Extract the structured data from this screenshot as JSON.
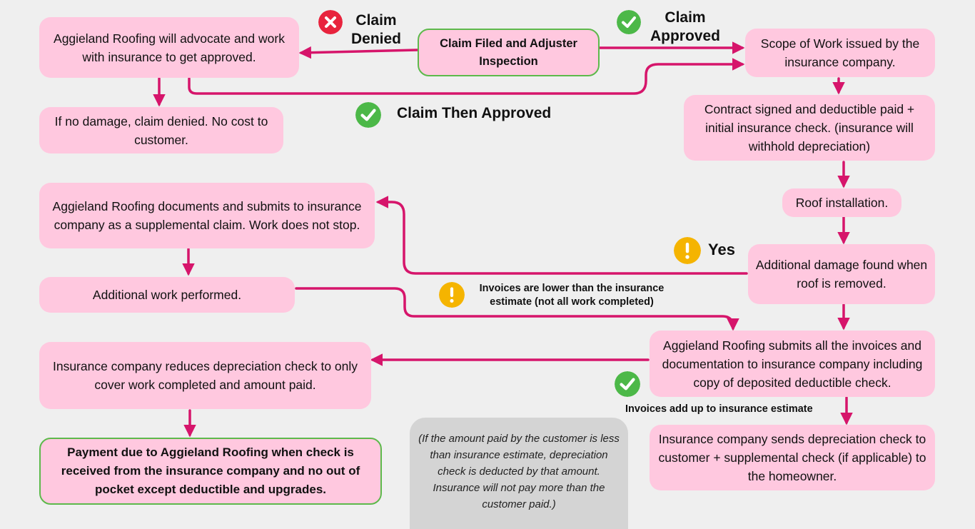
{
  "nodes": {
    "claim_filed": "Claim Filed and  Adjuster Inspection",
    "advocate": "Aggieland Roofing will advocate and work with insurance to get approved.",
    "no_damage": "If no damage, claim denied. No cost to customer.",
    "scope": "Scope of Work issued by the insurance company.",
    "contract": "Contract signed and deductible paid + initial insurance check. (insurance will withhold depreciation)",
    "roof_install": "Roof installation.",
    "additional_damage": "Additional damage found when roof is removed.",
    "supplemental": "Aggieland Roofing documents and submits to insurance company as a supplemental claim. Work does not stop.",
    "additional_work": "Additional work performed.",
    "submit_invoices": "Aggieland Roofing submits all the invoices and documentation to  insurance company including copy of deposited deductible check.",
    "reduce_check": "Insurance company reduces depreciation check to only cover work completed and amount paid.",
    "send_check": "Insurance company sends depreciation check to customer + supplemental check (if applicable) to the homeowner.",
    "payment_due": "Payment due to Aggieland Roofing when check is received from the insurance company and no out of pocket except deductible and upgrades."
  },
  "note": "(If the amount paid by the customer is less than insurance estimate, depreciation check is deducted by that amount. Insurance will not pay more than the customer paid.)",
  "labels": {
    "claim_denied": "Claim Denied",
    "claim_approved": "Claim Approved",
    "claim_then_approved": "Claim Then Approved",
    "yes": "Yes",
    "invoices_lower": "Invoices are lower than the insurance estimate (not all work completed)",
    "invoices_add_up": "Invoices add up to  insurance estimate"
  },
  "colors": {
    "arrow": "#d6156b",
    "node": "#ffc8df",
    "check": "#4cb848",
    "deny": "#e8233d",
    "warn": "#f5b400"
  }
}
